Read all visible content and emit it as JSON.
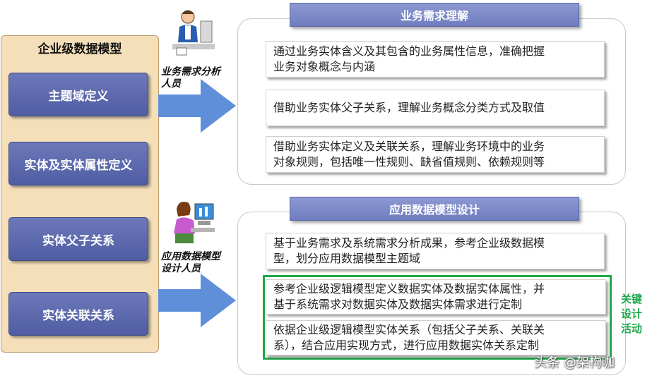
{
  "left_panel": {
    "title": "企业级数据模型",
    "items": [
      {
        "label": "主题域定义"
      },
      {
        "label": "实体及实体属性定义"
      },
      {
        "label": "实体父子关系"
      },
      {
        "label": "实体关联关系"
      }
    ]
  },
  "roles": {
    "business": {
      "line1": "业务需求分析",
      "line2": "人员"
    },
    "designer": {
      "line1": "应用数据模型",
      "line2": "设计人员"
    }
  },
  "section_top": {
    "header": "业务需求理解",
    "boxes": [
      {
        "line1": "通过业务实体含义及其包含的业务属性信息，准确把握",
        "line2": "业务对象概念与内涵"
      },
      {
        "line1": "借助业务实体父子关系，理解业务概念分类方式及取值",
        "line2": ""
      },
      {
        "line1": "借助业务实体定义及关联关系，理解业务环境中的业务",
        "line2": "对象规则，包括唯一性规则、缺省值规则、依赖规则等"
      }
    ]
  },
  "section_bottom": {
    "header": "应用数据模型设计",
    "boxes": [
      {
        "line1": "基于业务需求及系统需求分析成果，参考企业级数据模",
        "line2": "型，划分应用数据模型主题域"
      },
      {
        "line1": "参考企业级逻辑模型定义数据实体及数据实体属性，并",
        "line2": "基于系统需求对数据实体及数据实体需求进行定制"
      },
      {
        "line1": "依据企业级逻辑模型实体关系（包括父子关系、关联关",
        "line2": "系），结合应用实现方式，进行应用数据实体关系定制"
      }
    ]
  },
  "key_activity": {
    "line1": "关键",
    "line2": "设计",
    "line3": "活动"
  },
  "watermark": "头条 @架构咖",
  "colors": {
    "accent_green": "#1ea84a",
    "header_blue": "#7b88c8",
    "button_blue": "#5a67ad",
    "panel_tan": "#f4dfb9",
    "arrow_blue": "#5f8fd8"
  }
}
